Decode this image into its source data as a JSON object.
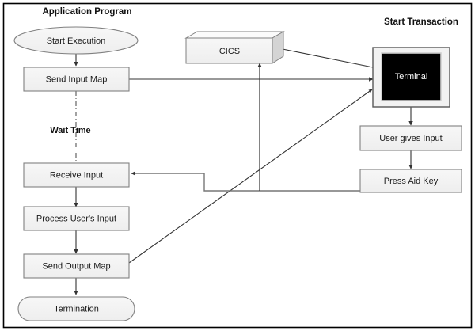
{
  "diagram": {
    "title_left": "Application Program",
    "title_right": "Start Transaction",
    "phase_label": "Wait Time",
    "border_color": "#000000",
    "node_fill": "#f2f2f2",
    "node_stroke": "#808080",
    "connector_color": "#404040",
    "terminal_screen_color": "#000000",
    "terminal_bezel_color": "#f2f2f2",
    "nodes": {
      "start_execution": "Start Execution",
      "send_input_map": "Send Input Map",
      "receive_input": "Receive Input",
      "process_users_input": "Process User's Input",
      "send_output_map": "Send Output Map",
      "termination": "Termination",
      "cics": "CICS",
      "terminal": "Terminal",
      "user_gives_input": "User gives Input",
      "press_aid_key": "Press Aid Key"
    }
  }
}
